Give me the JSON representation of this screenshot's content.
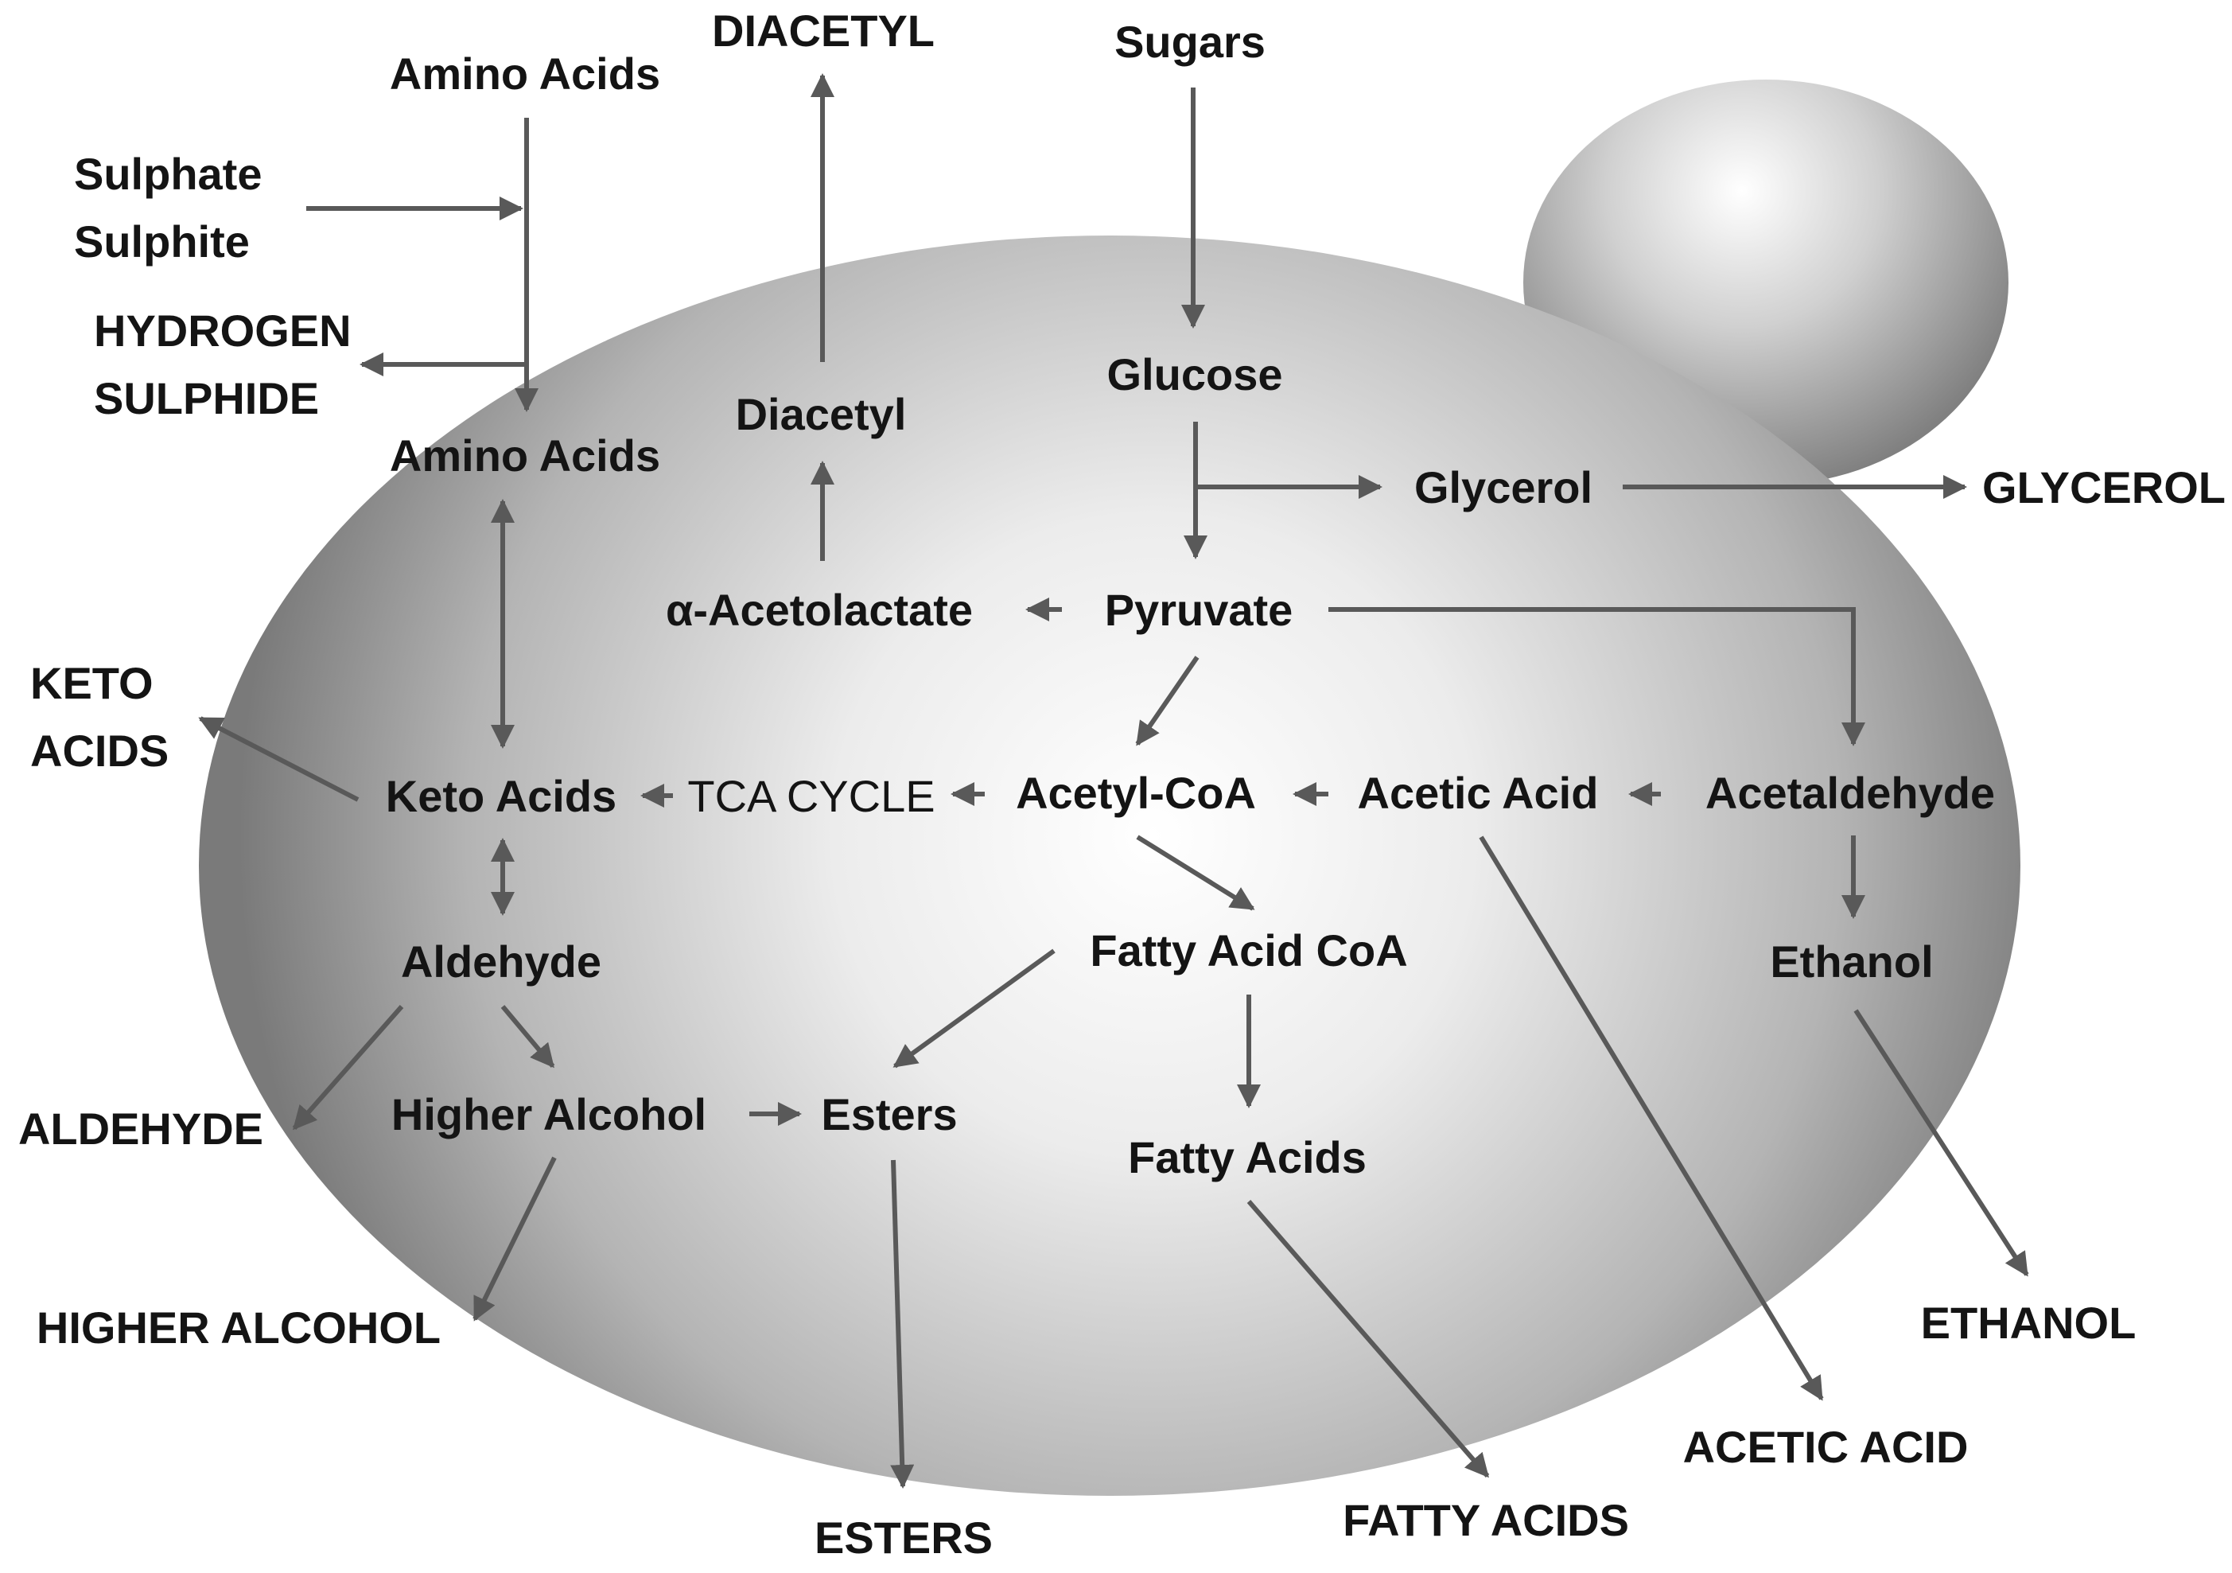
{
  "colors": {
    "arrow": "#595959",
    "text": "#141414",
    "cell_light": "#ffffff",
    "cell_dark": "#7a7a7a"
  },
  "nodes": {
    "sugars": "Sugars",
    "glucose": "Glucose",
    "glycerol_int": "Glycerol",
    "glycerol_ext": "GLYCEROL",
    "pyruvate": "Pyruvate",
    "acetolactate": "α-Acetolactate",
    "diacetyl_int": "Diacetyl",
    "diacetyl_ext": "DIACETYL",
    "amino_acids_ext": "Amino Acids",
    "sulphate": "Sulphate",
    "sulphite": "Sulphite",
    "hydrogen": "HYDROGEN",
    "sulphide": "SULPHIDE",
    "amino_acids_int": "Amino Acids",
    "keto_acids_int": "Keto Acids",
    "keto": "KETO",
    "acids": "ACIDS",
    "tca_cycle": "TCA CYCLE",
    "acetyl_coa": "Acetyl-CoA",
    "acetic_acid_int": "Acetic Acid",
    "acetaldehyde": "Acetaldehyde",
    "ethanol_int": "Ethanol",
    "ethanol_ext": "ETHANOL",
    "acetic_acid_ext": "ACETIC ACID",
    "aldehyde_int": "Aldehyde",
    "aldehyde_ext": "ALDEHYDE",
    "higher_alcohol_int": "Higher Alcohol",
    "higher_alcohol_ext": "HIGHER ALCOHOL",
    "esters_int": "Esters",
    "esters_ext": "ESTERS",
    "fatty_acid_coa": "Fatty Acid CoA",
    "fatty_acids_int": "Fatty Acids",
    "fatty_acids_ext": "FATTY ACIDS"
  }
}
